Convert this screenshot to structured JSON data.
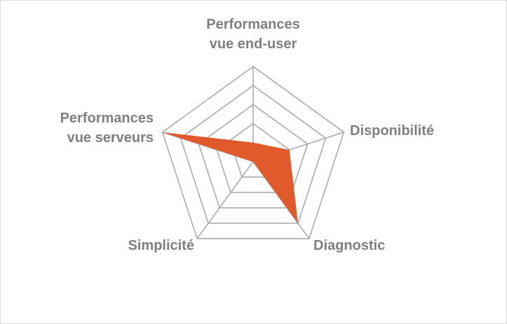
{
  "chart_data": {
    "type": "radar",
    "categories": [
      "Performances vue end-user",
      "Disponibilité",
      "Diagnostic",
      "Simplicité",
      "Performances vue serveurs"
    ],
    "label_lines": [
      [
        "Performances",
        "vue end-user"
      ],
      [
        "Disponibilité"
      ],
      [
        "Diagnostic"
      ],
      [
        "Simplicité"
      ],
      [
        "Performances",
        "vue serveurs"
      ]
    ],
    "values": [
      1,
      2,
      4,
      0,
      5
    ],
    "range": [
      0,
      5
    ],
    "grid_levels": 5,
    "fill_color": "#e05a2b",
    "grid_color": "#a6a6a6",
    "label_color": "#7f7f7f"
  }
}
